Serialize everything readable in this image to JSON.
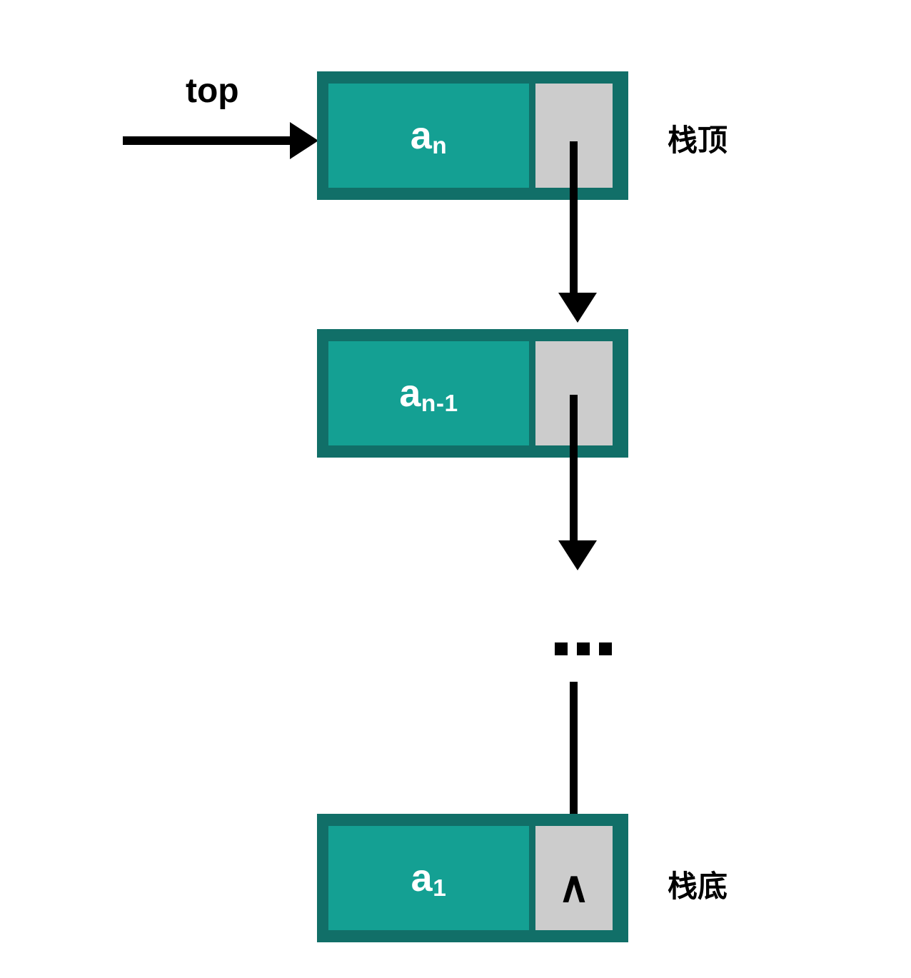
{
  "diagram": {
    "title_text": "",
    "pointer_label": "top",
    "labels": {
      "stack_top": "栈顶",
      "stack_bottom": "栈底"
    },
    "ellipsis": "...",
    "null_symbol": "∧",
    "colors": {
      "node_frame": "#116f68",
      "node_data": "#14a093",
      "node_pointer": "#cccccc",
      "arrow": "#000000",
      "data_text": "#ffffff",
      "label_text": "#000000",
      "background": "#ffffff"
    },
    "nodes": [
      {
        "data_base": "a",
        "data_sub": "n",
        "data_full": "an",
        "pointer_kind": "link"
      },
      {
        "data_base": "a",
        "data_sub": "n-1",
        "data_full": "an-1",
        "pointer_kind": "link"
      },
      {
        "data_base": "a",
        "data_sub": "1",
        "data_full": "a1",
        "pointer_kind": "null"
      }
    ]
  }
}
